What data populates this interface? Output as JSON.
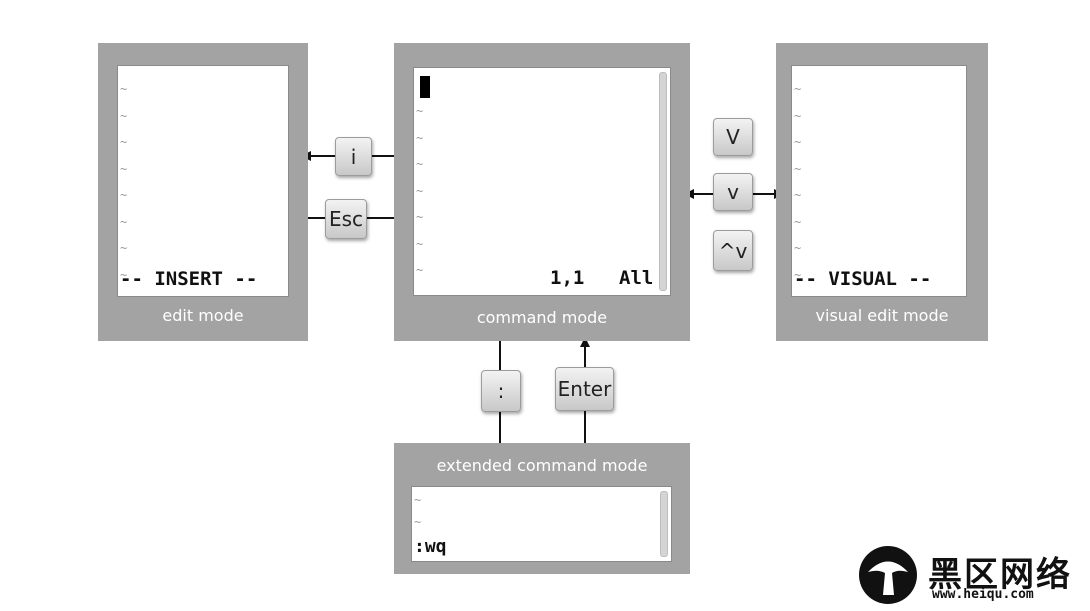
{
  "edit_panel": {
    "caption": "edit mode",
    "tildes": "~\n~\n~\n~\n~\n~\n~\n~",
    "status": "-- INSERT --"
  },
  "command_panel": {
    "caption": "command mode",
    "tildes": "~\n~\n~\n~\n~\n~\n~\n~",
    "position": "1,1",
    "scope": "All"
  },
  "visual_panel": {
    "caption": "visual edit mode",
    "tildes": "~\n~\n~\n~\n~\n~\n~\n~",
    "status": "-- VISUAL --"
  },
  "extended_panel": {
    "caption": "extended command mode",
    "tildes": "~\n~",
    "command": ":wq"
  },
  "keys": {
    "insert": "i",
    "escape": "Esc",
    "visual_line": "V",
    "visual": "v",
    "visual_block": "^v",
    "colon": ":",
    "enter": "Enter"
  },
  "logo": {
    "name": "黑区网络",
    "url": "www.heiqu.com"
  }
}
